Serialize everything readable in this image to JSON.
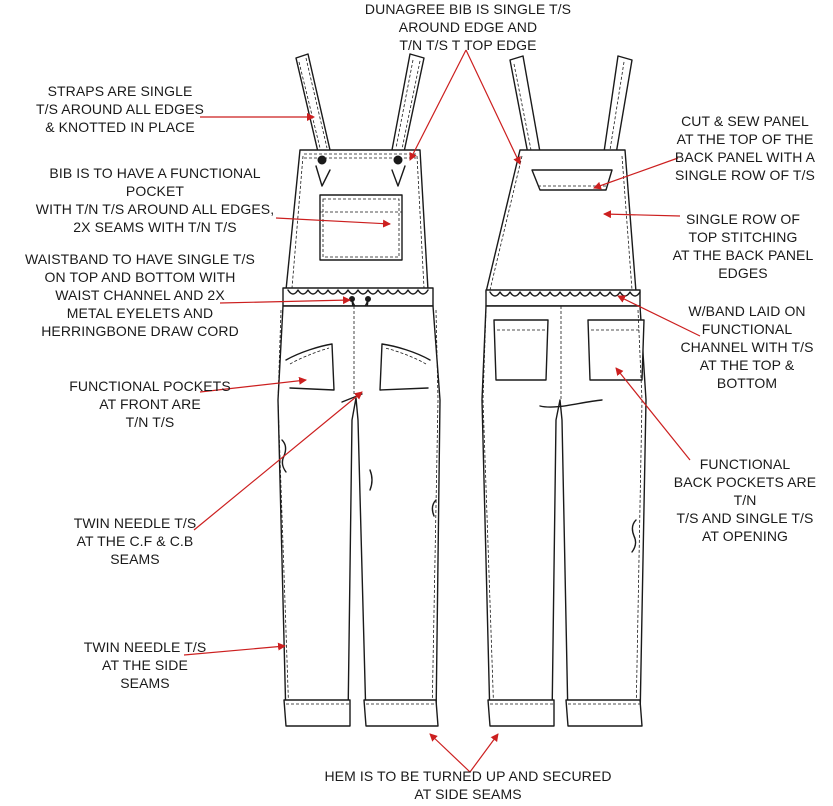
{
  "colors": {
    "annotation": "#cc1f1f",
    "line_art": "#1a1a1a",
    "background": "#ffffff"
  },
  "labels": {
    "bib_edge": "DUNAGREE BIB IS SINGLE T/S\nAROUND EDGE AND\nT/N T/S T TOP EDGE",
    "straps": "STRAPS ARE SINGLE\nT/S AROUND ALL EDGES\n& KNOTTED IN PLACE",
    "bib_pocket": "BIB IS TO HAVE A FUNCTIONAL\nPOCKET\nWITH T/N T/S AROUND ALL EDGES,\n2X SEAMS WITH T/N T/S",
    "waistband": "WAISTBAND TO HAVE SINGLE T/S\nON TOP AND BOTTOM WITH\nWAIST CHANNEL AND 2X\nMETAL EYELETS AND\nHERRINGBONE DRAW CORD",
    "front_pockets": "FUNCTIONAL POCKETS\nAT FRONT ARE\nT/N T/S",
    "cf_cb_seams": "TWIN NEEDLE T/S\nAT THE C.F & C.B\nSEAMS",
    "side_seams": "TWIN NEEDLE T/S\nAT THE SIDE\nSEAMS",
    "hem": "HEM IS TO BE TURNED UP AND SECURED\nAT SIDE SEAMS",
    "back_panel_top": "CUT & SEW PANEL\nAT THE TOP OF THE\nBACK PANEL WITH A\nSINGLE ROW OF T/S",
    "back_panel_edges": "SINGLE ROW OF\nTOP STITCHING\nAT THE BACK PANEL\nEDGES",
    "back_waistband": "W/BAND LAID ON\nFUNCTIONAL\nCHANNEL WITH T/S\nAT THE TOP &\nBOTTOM",
    "back_pockets": "FUNCTIONAL\nBACK POCKETS ARE\nT/N\nT/S AND SINGLE T/S\nAT OPENING"
  }
}
